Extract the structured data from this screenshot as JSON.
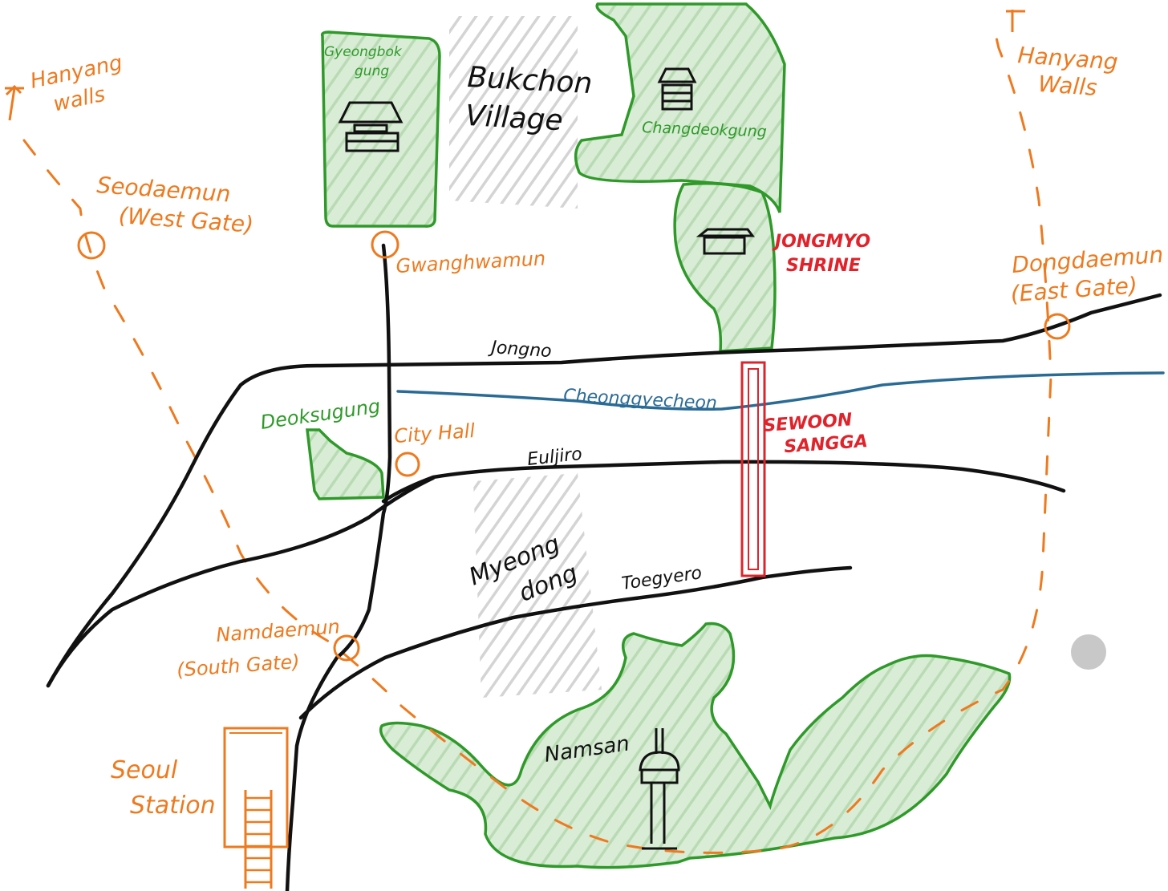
{
  "colors": {
    "road": "#111111",
    "wall": "#ee7a1f",
    "park_outline": "#2f9a2a",
    "park_fill": "#cfe6cd",
    "district_fill": "#cfcfcf",
    "landmark_red": "#e0232b",
    "stream": "#2a6b96",
    "background": "#ffffff"
  },
  "labels": {
    "hanyang_walls_left": [
      "Hanyang",
      "walls"
    ],
    "hanyang_walls_right": [
      "Hanyang",
      "Walls"
    ],
    "seodaemun": [
      "Seodaemun",
      "(West Gate)"
    ],
    "gyeongbokgung": [
      "Gyeongbok",
      "gung"
    ],
    "gwanghwamun": "Gwanghwamun",
    "bukchon": [
      "Bukchon",
      "Village"
    ],
    "changdeokgung": "Changdeokgung",
    "jongmyo": [
      "JONGMYO",
      "SHRINE"
    ],
    "dongdaemun": [
      "Dongdaemun",
      "(East Gate)"
    ],
    "jongno": "Jongno",
    "cheonggyecheon": "Cheonggyecheon",
    "deoksugung": "Deoksugung",
    "city_hall": "City Hall",
    "euljiro": "Euljiro",
    "sewoon": [
      "SEWOON",
      "SANGGA"
    ],
    "myeongdong": [
      "Myeong",
      "dong"
    ],
    "toegyero": "Toegyero",
    "namdaemun": [
      "Namdaemun",
      "(South Gate)"
    ],
    "seoul_station": [
      "Seoul",
      "Station"
    ],
    "namsan": "Namsan"
  },
  "icons": {
    "gyeongbokgung": "palace-icon",
    "changdeokgung": "palace-icon",
    "jongmyo": "shrine-icon",
    "namsan": "seoul-tower-icon",
    "seoul_station": "train-tracks-icon",
    "marker": "gray-dot"
  }
}
